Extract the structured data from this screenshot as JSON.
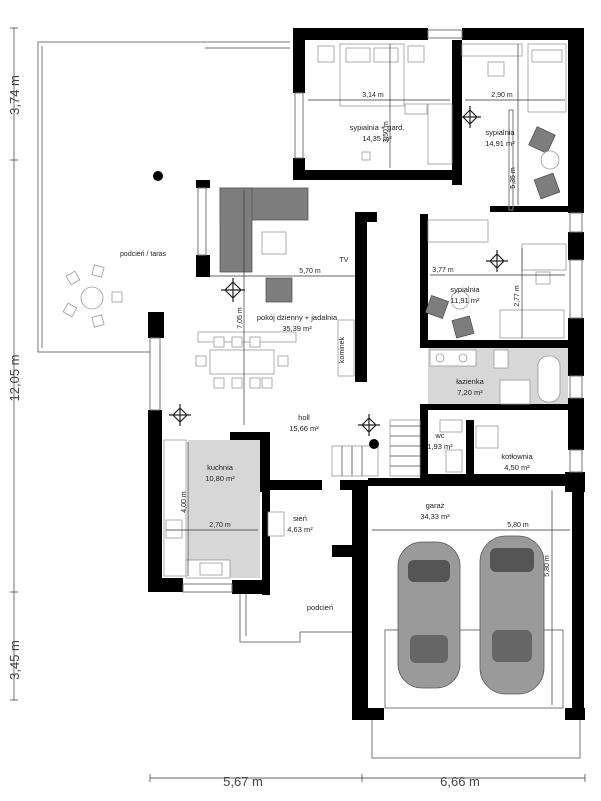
{
  "colors": {
    "wall": "#000000",
    "tile": "#d7d7d7",
    "furniture_dark": "#7d7d7d",
    "line": "#777777"
  },
  "overall_dims": {
    "left_top": "3,74 m",
    "left_middle": "12,05 m",
    "left_bottom": "3,45 m",
    "bottom_left": "5,67 m",
    "bottom_right": "6,66 m"
  },
  "rooms": {
    "bedroom_wardrobe": {
      "name": "sypialnia + gard.",
      "area": "14,35 m²",
      "dim_w": "3,14 m",
      "dim_h": "3,50 m"
    },
    "bedroom_ne": {
      "name": "sypialnia",
      "area": "14,91 m²",
      "dim_w": "2,90 m",
      "dim_h": "5,35 m"
    },
    "terrace": {
      "name": "podcień / taras"
    },
    "tv": {
      "name": "TV"
    },
    "living": {
      "name": "pokój dzienny + jadalnia",
      "area": "35,39 m²",
      "dim_w": "5,70 m",
      "dim_h": "7,05 m"
    },
    "bedroom_e": {
      "name": "sypialnia",
      "area": "11,91 m²",
      "dim_w": "3,77 m",
      "dim_h": "2,77 m"
    },
    "fireplace": {
      "name": "kominek"
    },
    "bathroom": {
      "name": "łazienka",
      "area": "7,20 m²"
    },
    "hall": {
      "name": "holl",
      "area": "15,66 m²"
    },
    "wc": {
      "name": "wc",
      "area": "1,93 m²"
    },
    "boiler": {
      "name": "kotłownia",
      "area": "4,50 m²"
    },
    "kitchen": {
      "name": "kuchnia",
      "area": "10,80 m²",
      "dim_w": "2,70 m",
      "dim_h": "4,00 m"
    },
    "garage": {
      "name": "garaż",
      "area": "34,33 m²",
      "dim_w": "5,80 m",
      "dim_h": "5,80 m"
    },
    "vestibule": {
      "name": "sień",
      "area": "4,63 m²"
    },
    "porch": {
      "name": "podcień"
    }
  }
}
